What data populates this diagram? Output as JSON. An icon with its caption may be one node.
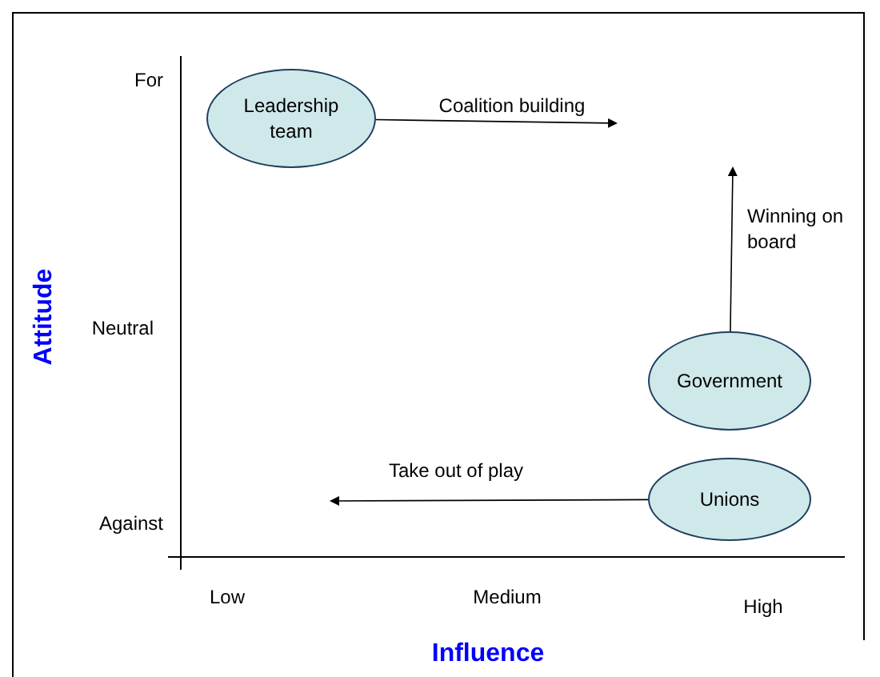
{
  "diagram": {
    "nodes": [
      {
        "text": [
          "Leadership team"
        ]
      },
      {
        "text": [
          "Government"
        ]
      },
      {
        "text": [
          "Unions"
        ]
      }
    ],
    "edges": [
      {
        "from": 0,
        "to": null,
        "arrow": "to",
        "label": "Coalition building"
      },
      {
        "from": 1,
        "to": null,
        "arrow": "to",
        "label": "Winning on board"
      },
      {
        "from": 2,
        "to": null,
        "arrow": "to",
        "label": "Take out of play"
      }
    ],
    "labels": [
      "For",
      "Neutral",
      "Against",
      "Low",
      "Medium",
      "High",
      "Attitude",
      "Influence"
    ]
  }
}
